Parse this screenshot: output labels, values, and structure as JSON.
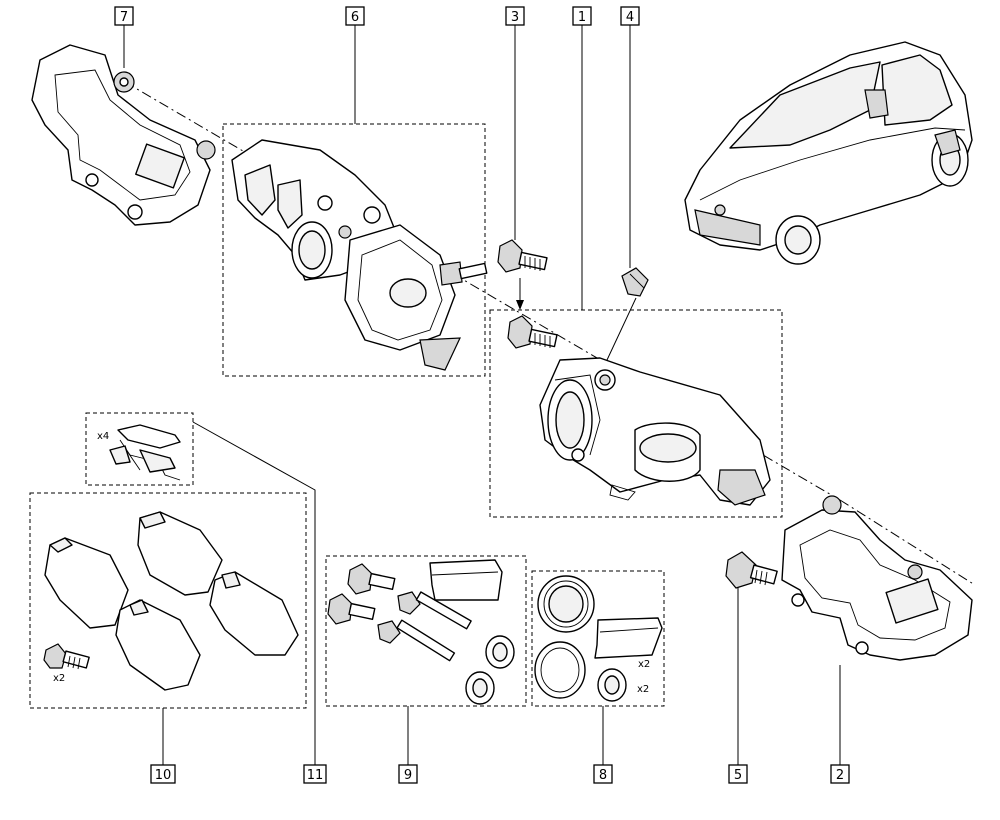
{
  "callouts": [
    {
      "id": "c1",
      "label": "1"
    },
    {
      "id": "c2",
      "label": "2"
    },
    {
      "id": "c3",
      "label": "3"
    },
    {
      "id": "c4",
      "label": "4"
    },
    {
      "id": "c5",
      "label": "5"
    },
    {
      "id": "c6",
      "label": "6"
    },
    {
      "id": "c7",
      "label": "7"
    },
    {
      "id": "c8",
      "label": "8"
    },
    {
      "id": "c9",
      "label": "9"
    },
    {
      "id": "c10",
      "label": "10"
    },
    {
      "id": "c11",
      "label": "11"
    }
  ],
  "quantities": {
    "clips": "x4",
    "pad_bolts": "x2",
    "kit8_seal": "x2",
    "kit8_boot": "x2"
  }
}
